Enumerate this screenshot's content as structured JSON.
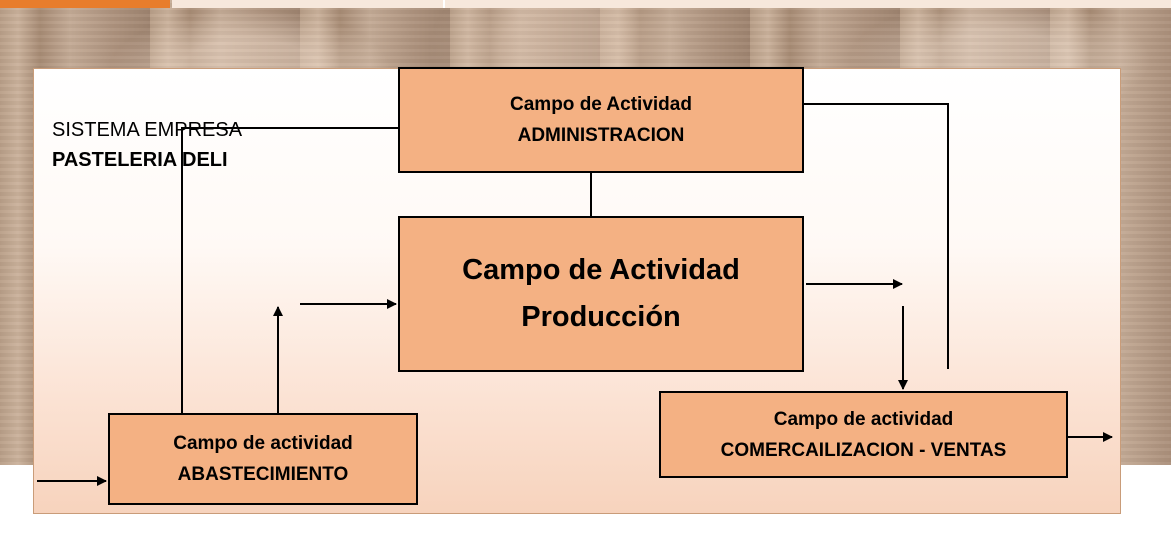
{
  "diagram": {
    "system_label": "SISTEMA EMPRESA",
    "company_label": "PASTELERIA DELI",
    "boxes": {
      "administracion": {
        "line1": "Campo de Actividad",
        "line2": "ADMINISTRACION"
      },
      "produccion": {
        "line1": "Campo de Actividad",
        "line2": "Producción"
      },
      "abastecimiento": {
        "line1": "Campo de actividad",
        "line2": "ABASTECIMIENTO"
      },
      "comercializacion": {
        "line1": "Campo de actividad",
        "line2": "COMERCAILIZACION - VENTAS"
      }
    }
  },
  "colors": {
    "box_fill": "#f4b183",
    "box_border": "#000000",
    "accent": "#e87d2c"
  }
}
